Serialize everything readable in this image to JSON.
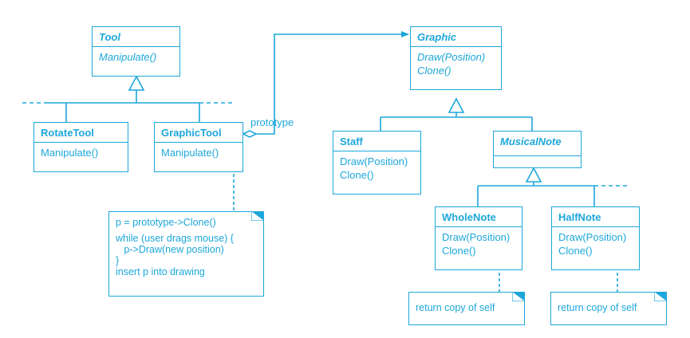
{
  "classes": {
    "tool": {
      "name": "Tool",
      "ops": [
        "Manipulate()"
      ]
    },
    "rotatetool": {
      "name": "RotateTool",
      "ops": [
        "Manipulate()"
      ]
    },
    "graphictool": {
      "name": "GraphicTool",
      "ops": [
        "Manipulate()"
      ]
    },
    "graphic": {
      "name": "Graphic",
      "ops": [
        "Draw(Position)",
        "Clone()"
      ]
    },
    "staff": {
      "name": "Staff",
      "ops": [
        "Draw(Position)",
        "Clone()"
      ]
    },
    "musicalnote": {
      "name": "MusicalNote"
    },
    "wholenote": {
      "name": "WholeNote",
      "ops": [
        "Draw(Position)",
        "Clone()"
      ]
    },
    "halfnote": {
      "name": "HalfNote",
      "ops": [
        "Draw(Position)",
        "Clone()"
      ]
    }
  },
  "association_label": "prototype",
  "notes": {
    "graphictool_code": [
      "p = prototype->Clone()",
      "",
      "while (user drags mouse) {",
      "   p->Draw(new position)",
      "}",
      "insert p into drawing"
    ],
    "wholenote": "return copy of self",
    "halfnote": "return copy of self"
  },
  "colors": {
    "line": "#1da7da",
    "background": "#ffffff"
  }
}
